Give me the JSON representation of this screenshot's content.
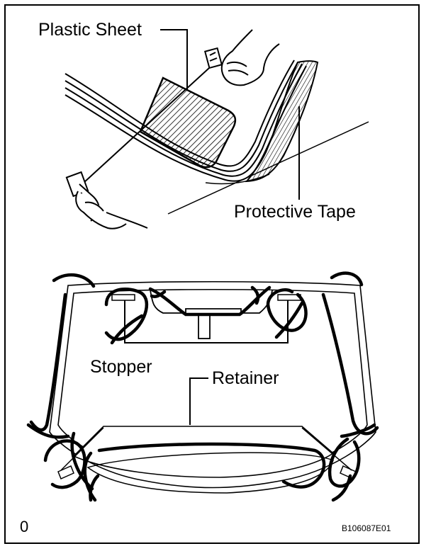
{
  "labels": {
    "plastic_sheet": "Plastic Sheet",
    "protective_tape": "Protective Tape",
    "stopper": "Stopper",
    "retainer": "Retainer",
    "page_marker": "0",
    "figure_code": "B106087E01"
  },
  "colors": {
    "line": "#000000",
    "background": "#ffffff"
  }
}
